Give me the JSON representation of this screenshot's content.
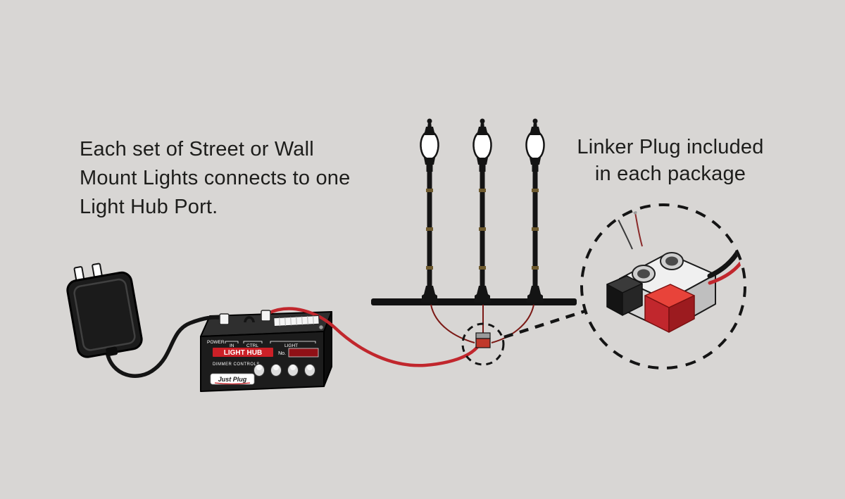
{
  "captions": {
    "left": {
      "line1": "Each set of Street or Wall",
      "line2": "Mount Lights connects to one",
      "line3": "Light Hub Port."
    },
    "right": {
      "line1": "Linker Plug included",
      "line2": "in each package"
    }
  },
  "hub": {
    "power_label": "POWER",
    "in_label": "IN",
    "ctrl_label": "CTRL",
    "light_label": "LIGHT",
    "name_label": "LIGHT HUB",
    "number_label": "No.",
    "dimmer_label": "DIMMER CONTROLS",
    "brand_label": "Just Plug"
  },
  "colors": {
    "background": "#d8d6d4",
    "text": "#1d1d1b",
    "wire_red": "#c1272d",
    "hub_banner_red": "#cc2027",
    "device_black": "#1b1b1b"
  }
}
